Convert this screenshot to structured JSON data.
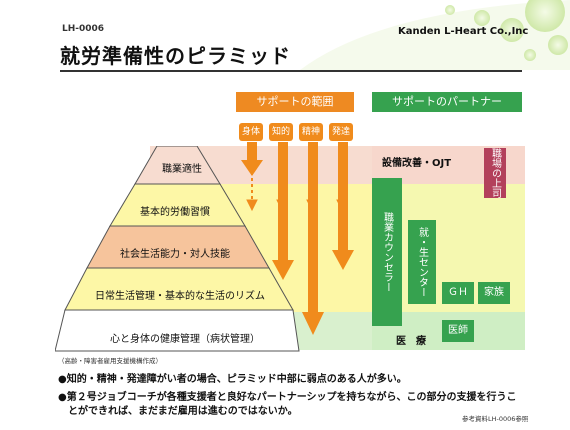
{
  "header": {
    "doc_code": "LH-0006",
    "company": "Kanden L-Heart Co.,Inc",
    "title": "就労準備性のピラミッド"
  },
  "support_range": {
    "label": "サポートの範囲",
    "types": [
      "身体",
      "知的",
      "精神",
      "発達"
    ]
  },
  "support_partner": {
    "label": "サポートのパートナー"
  },
  "pyramid": {
    "levels": [
      "職業適性",
      "基本的労働習慣",
      "社会生活能力・対人技能",
      "日常生活管理・基本的な生活のリズム",
      "心と身体の健康管理（病状管理）"
    ],
    "colors": [
      "#f7dcd0",
      "#fdf7a6",
      "#f6c49c",
      "#fdf7a6",
      "#ffffff"
    ]
  },
  "partners": {
    "equipment": "設備改善・OJT",
    "boss": "職場の上司",
    "counselor": "職業カウンセラー",
    "center": "就・生センター",
    "gh": "ＧＨ",
    "family": "家族",
    "medical": "医　療",
    "doctor": "医師"
  },
  "footer": {
    "note": "（高齢・障害者雇用支援機構作成）",
    "bullet1": "●知的・精神・発達障がい者の場合、ピラミッド中部に弱点のある人が多い。",
    "bullet2a": "●第２号ジョブコーチが各種支援者と良好なパートナーシップを持ちながら、この部分の支援を行うこ",
    "bullet2b": "とができれば、まだまだ雇用は進むのではないか。",
    "reference": "参考資料LH-0006参照"
  },
  "colors": {
    "orange": "#ee8a22",
    "green": "#36a24f",
    "pink_partner": "#b3405b"
  }
}
